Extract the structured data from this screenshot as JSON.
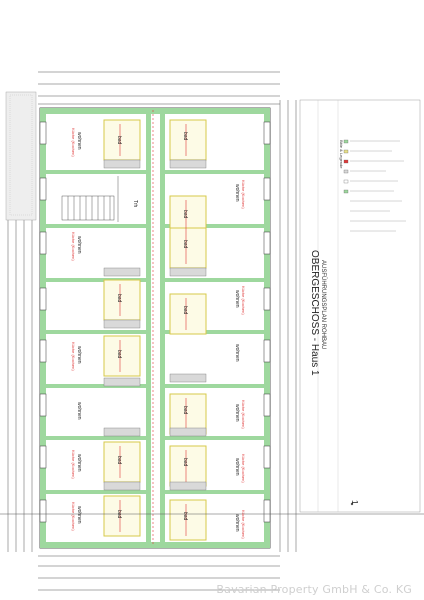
{
  "sheet": {
    "title_block": "AUSFÜHRUNGSPLAN ROHBAU",
    "floor_title": "OBERGESCHOSS - Haus 1",
    "legend_heading": "Bitte & Legende",
    "sheet_number": "1",
    "watermark": "Bavarian Property GmbH & Co. KG"
  },
  "rooms": {
    "bad": "bad",
    "wohnen": "wohnen",
    "kitchen": "Küche (Kochen)",
    "stair_label": "Trh"
  },
  "colors": {
    "wall_green": "#9ed89e",
    "bath_yellow": "#e8e08a",
    "accent_red": "#e03a3a",
    "line": "#333333",
    "dim_line": "#555555"
  }
}
